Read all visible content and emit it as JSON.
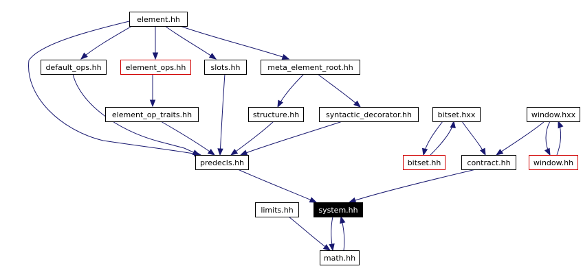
{
  "graph": {
    "nodes": [
      {
        "id": "element",
        "label": "element.hh",
        "style": "normal"
      },
      {
        "id": "default_ops",
        "label": "default_ops.hh",
        "style": "normal"
      },
      {
        "id": "element_ops",
        "label": "element_ops.hh",
        "style": "missing"
      },
      {
        "id": "slots",
        "label": "slots.hh",
        "style": "normal"
      },
      {
        "id": "meta_element_root",
        "label": "meta_element_root.hh",
        "style": "normal"
      },
      {
        "id": "element_op_traits",
        "label": "element_op_traits.hh",
        "style": "normal"
      },
      {
        "id": "structure",
        "label": "structure.hh",
        "style": "normal"
      },
      {
        "id": "syntactic_decorator",
        "label": "syntactic_decorator.hh",
        "style": "normal"
      },
      {
        "id": "bitset_hxx",
        "label": "bitset.hxx",
        "style": "normal"
      },
      {
        "id": "window_hxx",
        "label": "window.hxx",
        "style": "normal"
      },
      {
        "id": "predecls",
        "label": "predecls.hh",
        "style": "normal"
      },
      {
        "id": "bitset_hh",
        "label": "bitset.hh",
        "style": "missing"
      },
      {
        "id": "contract",
        "label": "contract.hh",
        "style": "normal"
      },
      {
        "id": "window_hh",
        "label": "window.hh",
        "style": "missing"
      },
      {
        "id": "limits",
        "label": "limits.hh",
        "style": "normal"
      },
      {
        "id": "system",
        "label": "system.hh",
        "style": "current"
      },
      {
        "id": "math",
        "label": "math.hh",
        "style": "normal"
      }
    ],
    "edges": [
      {
        "from": "element",
        "to": "default_ops"
      },
      {
        "from": "element",
        "to": "element_ops"
      },
      {
        "from": "element",
        "to": "slots"
      },
      {
        "from": "element",
        "to": "meta_element_root"
      },
      {
        "from": "element",
        "to": "predecls"
      },
      {
        "from": "default_ops",
        "to": "predecls"
      },
      {
        "from": "element_ops",
        "to": "element_op_traits"
      },
      {
        "from": "element_op_traits",
        "to": "predecls"
      },
      {
        "from": "slots",
        "to": "predecls"
      },
      {
        "from": "meta_element_root",
        "to": "structure"
      },
      {
        "from": "meta_element_root",
        "to": "syntactic_decorator"
      },
      {
        "from": "structure",
        "to": "predecls"
      },
      {
        "from": "syntactic_decorator",
        "to": "predecls"
      },
      {
        "from": "predecls",
        "to": "system"
      },
      {
        "from": "bitset_hxx",
        "to": "bitset_hh"
      },
      {
        "from": "bitset_hh",
        "to": "bitset_hxx"
      },
      {
        "from": "bitset_hxx",
        "to": "contract"
      },
      {
        "from": "window_hxx",
        "to": "contract"
      },
      {
        "from": "window_hxx",
        "to": "window_hh"
      },
      {
        "from": "window_hh",
        "to": "window_hxx"
      },
      {
        "from": "contract",
        "to": "system"
      },
      {
        "from": "system",
        "to": "math"
      },
      {
        "from": "math",
        "to": "system"
      },
      {
        "from": "limits",
        "to": "math"
      }
    ]
  }
}
